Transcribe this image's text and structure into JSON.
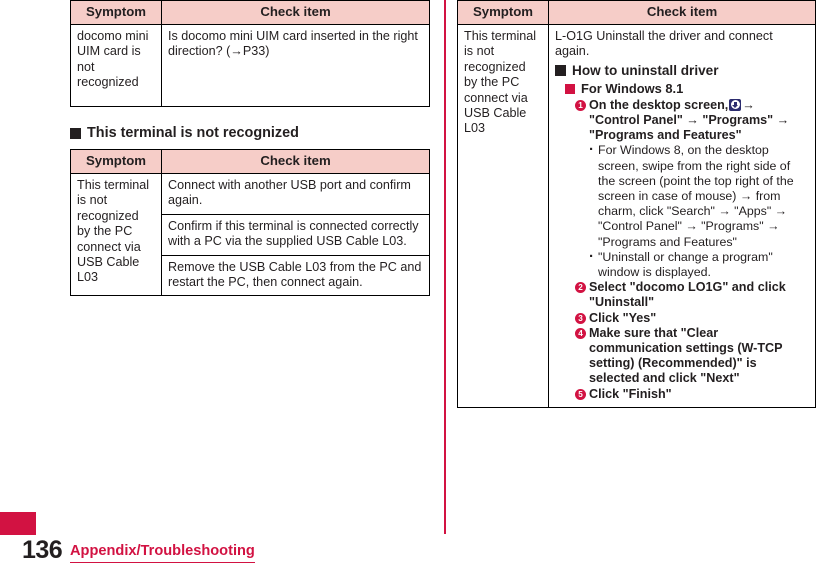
{
  "page": {
    "number": "136",
    "footer_title": "Appendix/Troubleshooting",
    "accent_red": "#d21242",
    "header_pink": "#f6cdc8",
    "text_black": "#231f20"
  },
  "columns": {
    "left": {
      "table_uim": {
        "headers": {
          "symptom": "Symptom",
          "check_item": "Check item"
        },
        "rows": [
          {
            "symptom": "docomo mini UIM card is not recognized",
            "check_item": "Is docomo mini UIM card inserted in the right direction? (→P33)"
          }
        ]
      },
      "section_heading": "This terminal is not recognized",
      "table_terminal": {
        "headers": {
          "symptom": "Symptom",
          "check_item": "Check item"
        },
        "symptom": "This terminal is not recognized by the PC connect via USB Cable L03",
        "check_items": [
          "Connect with another USB port and confirm again.",
          "Confirm if this terminal is connected correctly with a PC via the supplied USB Cable L03.",
          "Remove the USB Cable L03 from the PC and restart the PC, then connect again."
        ]
      }
    },
    "right": {
      "table_driver": {
        "headers": {
          "symptom": "Symptom",
          "check_item": "Check item"
        },
        "symptom": "This terminal is not recognized by the PC connect via USB Cable L03",
        "lead": "L-O1G Uninstall the driver and connect again.",
        "heading_uninstall": "How to uninstall driver",
        "heading_windows": "For Windows 8.1",
        "icon_name": "windows-control-panel-icon",
        "steps": [
          {
            "num": "1",
            "text_before_icon": "On the desktop screen,",
            "text_after_icon": "→ \"Control Panel\" → \"Programs\" → \"Programs and Features\"",
            "subs": [
              "For Windows 8, on the desktop screen, swipe from the right side of the screen (point the top right of the screen in case of mouse) → from charm, click \"Search\" → \"Apps\" → \"Control Panel\" → \"Programs\" → \"Programs and Features\"",
              "\"Uninstall or change a program\" window is displayed."
            ]
          },
          {
            "num": "2",
            "text": "Select \"docomo LO1G\" and click \"Uninstall\"",
            "subs": []
          },
          {
            "num": "3",
            "text": "Click \"Yes\"",
            "subs": []
          },
          {
            "num": "4",
            "text": "Make sure that \"Clear communication settings (W-TCP setting) (Recommended)\" is selected and click \"Next\"",
            "subs": []
          },
          {
            "num": "5",
            "text": "Click \"Finish\"",
            "subs": []
          }
        ]
      }
    }
  }
}
